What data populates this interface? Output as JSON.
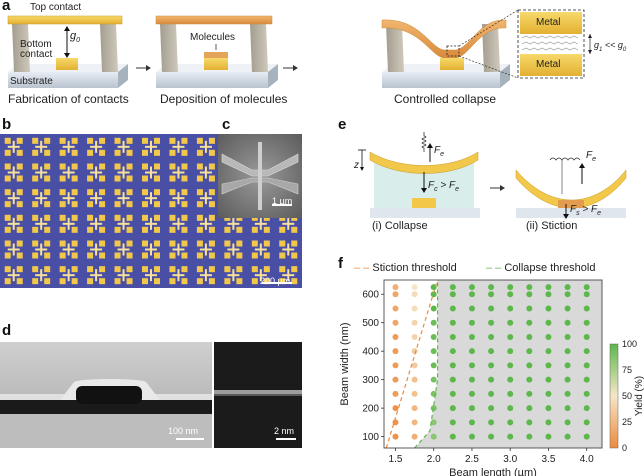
{
  "panels": {
    "a": {
      "label": "a",
      "labels": {
        "top_contact": "Top contact",
        "bottom_contact": "Bottom contact",
        "g0": "g",
        "g0_sub": "0",
        "substrate": "Substrate",
        "molecules": "Molecules",
        "metal": "Metal",
        "g_relation": "g",
        "g_relation_sub1": "1",
        "g_relation_mid": " << g",
        "g_relation_sub2": "0"
      },
      "steps": [
        "Fabrication of contacts",
        "Deposition of molecules",
        "Controlled collapse"
      ]
    },
    "b": {
      "label": "b",
      "scalebar": "200 µm"
    },
    "c": {
      "label": "c",
      "scalebar": "1 µm"
    },
    "d": {
      "label": "d",
      "scalebar_left": "100 nm",
      "scalebar_right": "2 nm"
    },
    "e": {
      "label": "e",
      "z": "z",
      "fe": "F",
      "fe_sub": "e",
      "fc_gt_fe": "F",
      "fc_sub": "c",
      "gt_fe": " > F",
      "gt_fe_sub": "e",
      "fs_gt_fe": "F",
      "fs_sub": "s",
      "step_i": "(i) Collapse",
      "step_ii": "(ii) Stiction"
    },
    "f": {
      "label": "f"
    }
  },
  "colors": {
    "gold": "#f2c84b",
    "beam_orange": "#e8a057",
    "chip_blue": "#4a4fa6",
    "orange_point": "#ee8a3c",
    "green_point": "#5cb84a",
    "grey_region": "#d9d9d9"
  },
  "chart_data": {
    "type": "scatter",
    "xlabel": "Beam length (µm)",
    "ylabel": "Beam width (nm)",
    "xlim": [
      1.35,
      4.2
    ],
    "ylim": [
      60,
      650
    ],
    "xticks": [
      1.5,
      2.0,
      2.5,
      3.0,
      3.5,
      4.0
    ],
    "yticks": [
      100,
      200,
      300,
      400,
      500,
      600
    ],
    "colorbar": {
      "label": "Yield (%)",
      "ticks": [
        0,
        25,
        50,
        75,
        100
      ]
    },
    "legend": [
      "Stiction threshold",
      "Collapse threshold"
    ],
    "series": [
      {
        "x": 1.5,
        "yield": [
          5,
          5,
          5,
          10,
          10,
          10,
          10,
          10,
          15,
          15,
          15,
          20
        ]
      },
      {
        "x": 1.75,
        "yield": [
          20,
          25,
          25,
          30,
          30,
          35,
          35,
          40,
          40,
          45,
          45,
          50
        ]
      },
      {
        "x": 2.0,
        "yield": [
          85,
          85,
          90,
          90,
          90,
          95,
          95,
          95,
          95,
          100,
          100,
          100
        ]
      },
      {
        "x": 2.25,
        "yield": [
          100,
          100,
          100,
          100,
          100,
          100,
          100,
          100,
          100,
          100,
          100,
          100
        ]
      },
      {
        "x": 2.5,
        "yield": [
          100,
          100,
          100,
          100,
          100,
          100,
          100,
          100,
          100,
          100,
          100,
          100
        ]
      },
      {
        "x": 2.75,
        "yield": [
          100,
          100,
          100,
          100,
          100,
          100,
          100,
          100,
          100,
          100,
          100,
          100
        ]
      },
      {
        "x": 3.0,
        "yield": [
          100,
          100,
          100,
          100,
          100,
          100,
          100,
          100,
          100,
          100,
          100,
          100
        ]
      },
      {
        "x": 3.25,
        "yield": [
          100,
          100,
          100,
          100,
          100,
          100,
          100,
          100,
          100,
          100,
          100,
          100
        ]
      },
      {
        "x": 3.5,
        "yield": [
          100,
          100,
          100,
          100,
          100,
          100,
          100,
          100,
          100,
          100,
          100,
          100
        ]
      },
      {
        "x": 3.75,
        "yield": [
          100,
          100,
          100,
          100,
          100,
          100,
          100,
          100,
          100,
          100,
          100,
          100
        ]
      },
      {
        "x": 4.0,
        "yield": [
          100,
          100,
          100,
          100,
          100,
          100,
          100,
          100,
          100,
          100,
          100,
          100
        ]
      }
    ],
    "y_values": [
      100,
      150,
      200,
      250,
      300,
      350,
      400,
      450,
      500,
      550,
      600,
      625
    ],
    "stiction_line": [
      [
        1.38,
        60
      ],
      [
        2.05,
        650
      ]
    ],
    "collapse_curve": [
      [
        1.75,
        60
      ],
      [
        1.95,
        120
      ],
      [
        2.05,
        300
      ],
      [
        2.05,
        650
      ]
    ]
  }
}
